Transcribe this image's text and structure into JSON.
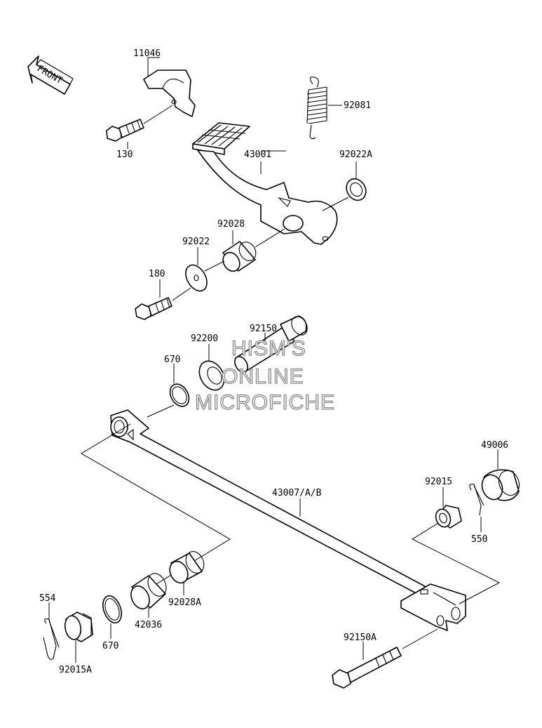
{
  "front_marker": {
    "label": "FRONT"
  },
  "parts": [
    {
      "number": "11046",
      "name": "clamp"
    },
    {
      "number": "130",
      "name": "bolt"
    },
    {
      "number": "92081",
      "name": "spring"
    },
    {
      "number": "43001",
      "name": "brake-pedal"
    },
    {
      "number": "92022A",
      "name": "washer"
    },
    {
      "number": "92028",
      "name": "collar"
    },
    {
      "number": "92022",
      "name": "washer"
    },
    {
      "number": "180",
      "name": "bolt"
    },
    {
      "number": "92150",
      "name": "bolt"
    },
    {
      "number": "92200",
      "name": "washer"
    },
    {
      "number": "670",
      "name": "o-ring"
    },
    {
      "number": "49006",
      "name": "cap"
    },
    {
      "number": "92015",
      "name": "nut"
    },
    {
      "number": "550",
      "name": "cotter-pin"
    },
    {
      "number": "43007/A/B",
      "name": "rod"
    },
    {
      "number": "554",
      "name": "clip"
    },
    {
      "number": "92015A",
      "name": "nut"
    },
    {
      "number": "670",
      "name": "o-ring"
    },
    {
      "number": "42036",
      "name": "collar"
    },
    {
      "number": "92028A",
      "name": "collar"
    },
    {
      "number": "92150A",
      "name": "bolt"
    }
  ],
  "watermark": [
    "HISM'S",
    "ONLINE",
    "MICROFICHE"
  ]
}
